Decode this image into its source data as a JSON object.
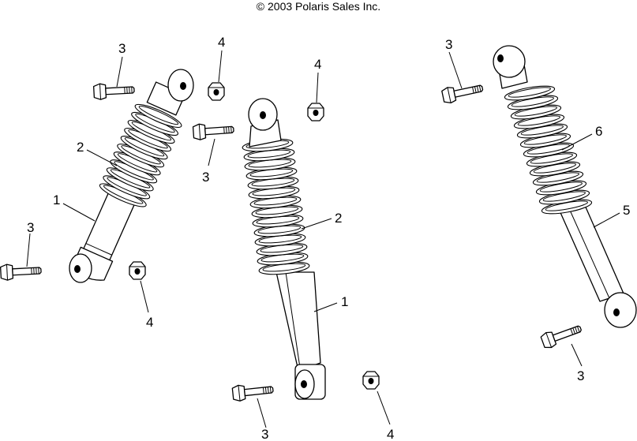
{
  "copyright": "© 2003 Polaris Sales Inc.",
  "callouts": {
    "c1": "3",
    "c2": "4",
    "c3": "4",
    "c4": "3",
    "c5": "2",
    "c6": "3",
    "c7": "1",
    "c8": "2",
    "c9": "3",
    "c10": "4",
    "c11": "6",
    "c12": "5",
    "c13": "1",
    "c14": "3",
    "c15": "3",
    "c16": "4"
  }
}
